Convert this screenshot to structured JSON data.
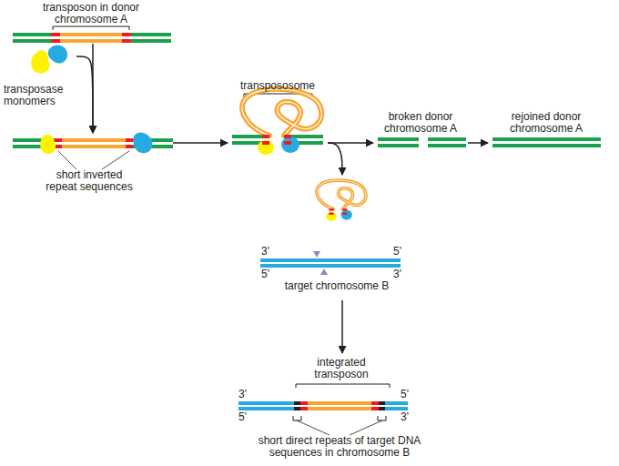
{
  "diagram": {
    "nodes": [
      {
        "text": [
          "transposon in donor chromosome A"
        ]
      },
      {
        "text": [
          "transposase monomers"
        ]
      },
      {
        "text": [
          "short inverted repeat sequences"
        ]
      },
      {
        "text": [
          "transpososome"
        ]
      },
      {
        "text": [
          "broken donor chromosome A"
        ]
      },
      {
        "text": [
          "rejoined donor chromosome A"
        ]
      },
      {
        "text": [
          "3'",
          "5'",
          "5'",
          "3'",
          "target chromosome B"
        ]
      },
      {
        "text": [
          "integrated transposon",
          "3'",
          "5'",
          "5'",
          "3'",
          "short direct repeats of target DNA sequences in chromosome B"
        ]
      }
    ],
    "edges": [
      {
        "from": 0,
        "to": 2,
        "arrow": "to"
      },
      {
        "from": 1,
        "to": 2,
        "arrow": "to"
      },
      {
        "from": 2,
        "to": 3,
        "arrow": "to"
      },
      {
        "from": 3,
        "to": 4,
        "arrow": "to"
      },
      {
        "from": 4,
        "to": 5,
        "arrow": "to"
      },
      {
        "from": 3,
        "to": 6,
        "arrow": "to"
      },
      {
        "from": 6,
        "to": 7,
        "arrow": "to"
      }
    ]
  }
}
